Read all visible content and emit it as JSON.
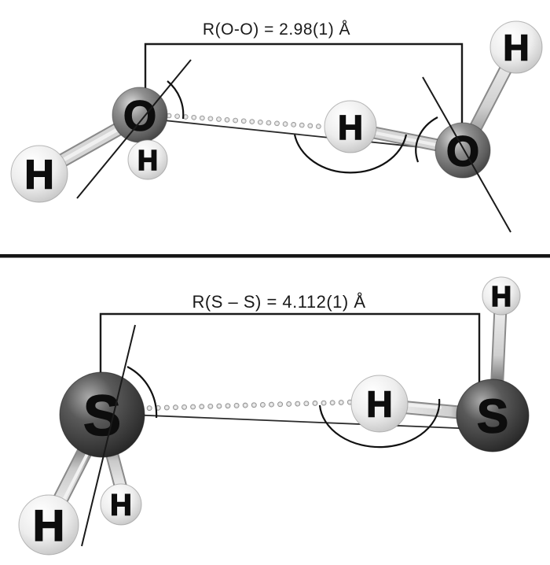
{
  "palette": {
    "background": "#ffffff",
    "line": "#1a1a1a",
    "oxygen_sphere": "#8f8f8f",
    "sulfur_sphere": "#4a4a4a",
    "hydrogen_sphere": "#ededed",
    "bond": "#d6d6d6",
    "hydrogen_bond_dots": "#c9c9c9"
  },
  "top_panel": {
    "distance_label": "R(O-O) = 2.98(1) Å",
    "atoms": {
      "left_o": "O",
      "left_h_outer": "H",
      "left_h_inner": "H",
      "bridge_h": "H",
      "right_o": "O",
      "right_h_top": "H"
    }
  },
  "bottom_panel": {
    "distance_label": "R(S – S) = 4.112(1) Å",
    "atoms": {
      "left_s": "S",
      "left_h_outer": "H",
      "left_h_inner": "H",
      "bridge_h": "H",
      "right_s": "S",
      "right_h_top": "H"
    }
  }
}
